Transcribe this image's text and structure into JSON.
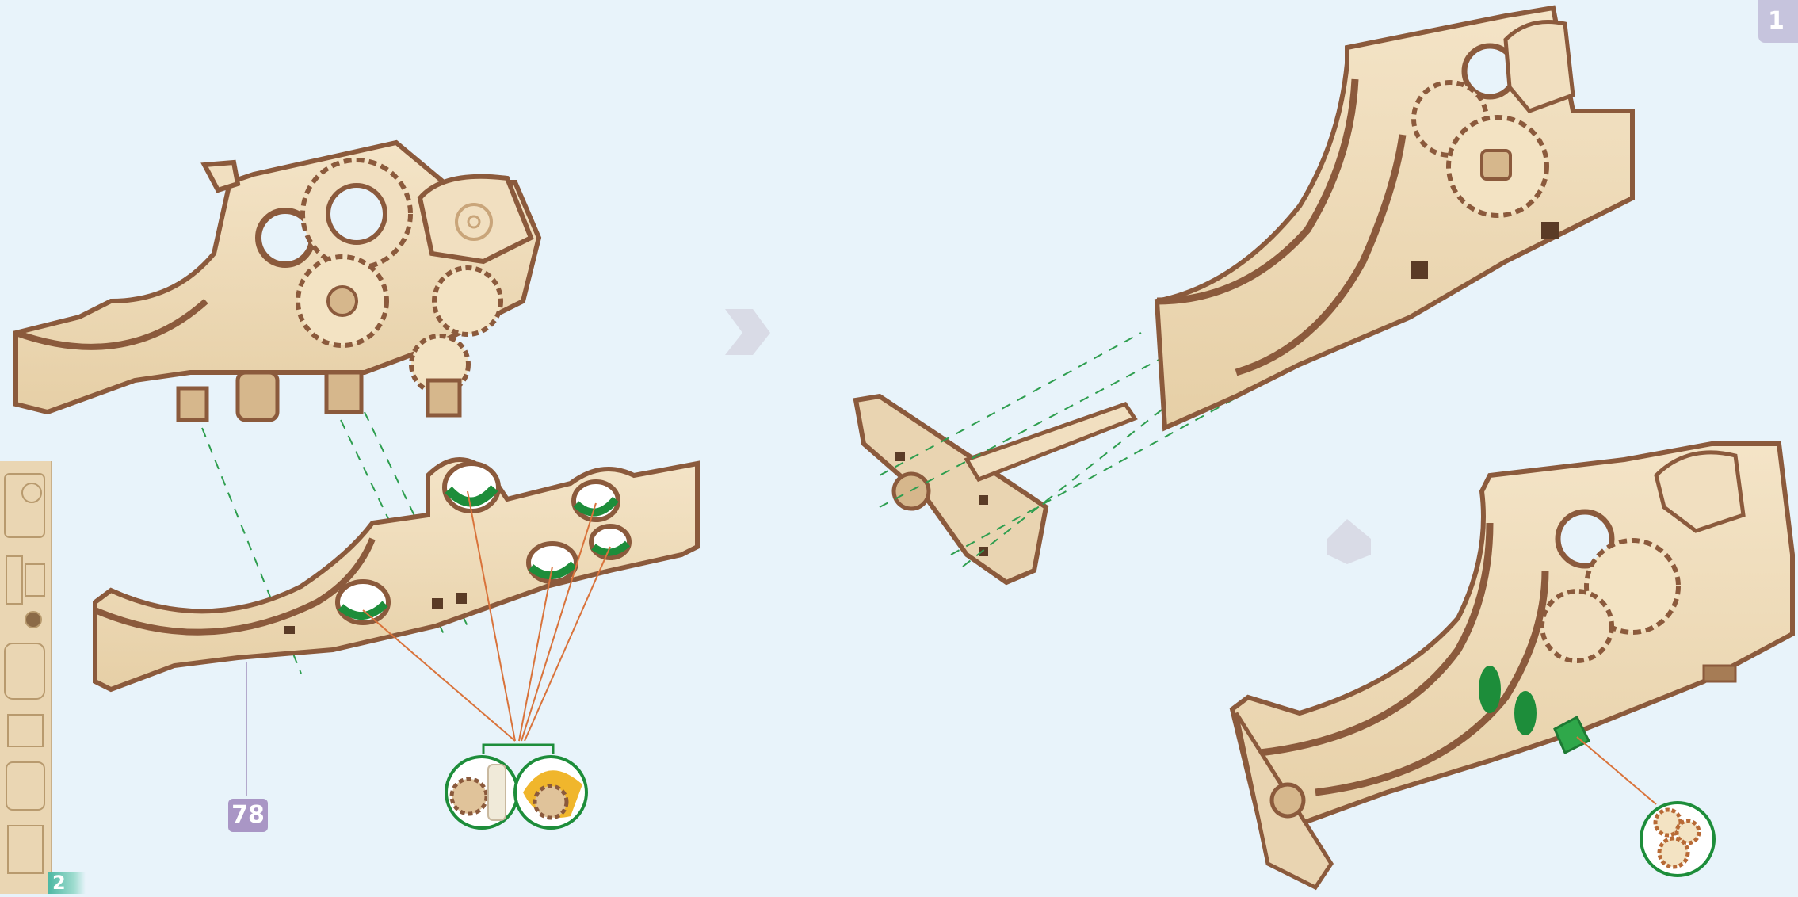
{
  "page": {
    "page_number_tab": "1",
    "sheet_number": "2",
    "part_number": "78"
  },
  "colors": {
    "background": "#e8f3fa",
    "wood_face": "#f1dfc0",
    "wood_edge": "#8b5a3c",
    "highlight_green": "#1d8d3a",
    "guide_line_orange": "#d9733b",
    "arrow_gray": "#d9dbe6",
    "part_badge": "#a996c5",
    "sheet_badge": "#4bb7a2"
  },
  "icons": [
    "step-arrow-right-icon",
    "step-arrow-down-icon",
    "gear-emblem-icon",
    "wax-lubricant-icon",
    "gear-detail-icon"
  ]
}
